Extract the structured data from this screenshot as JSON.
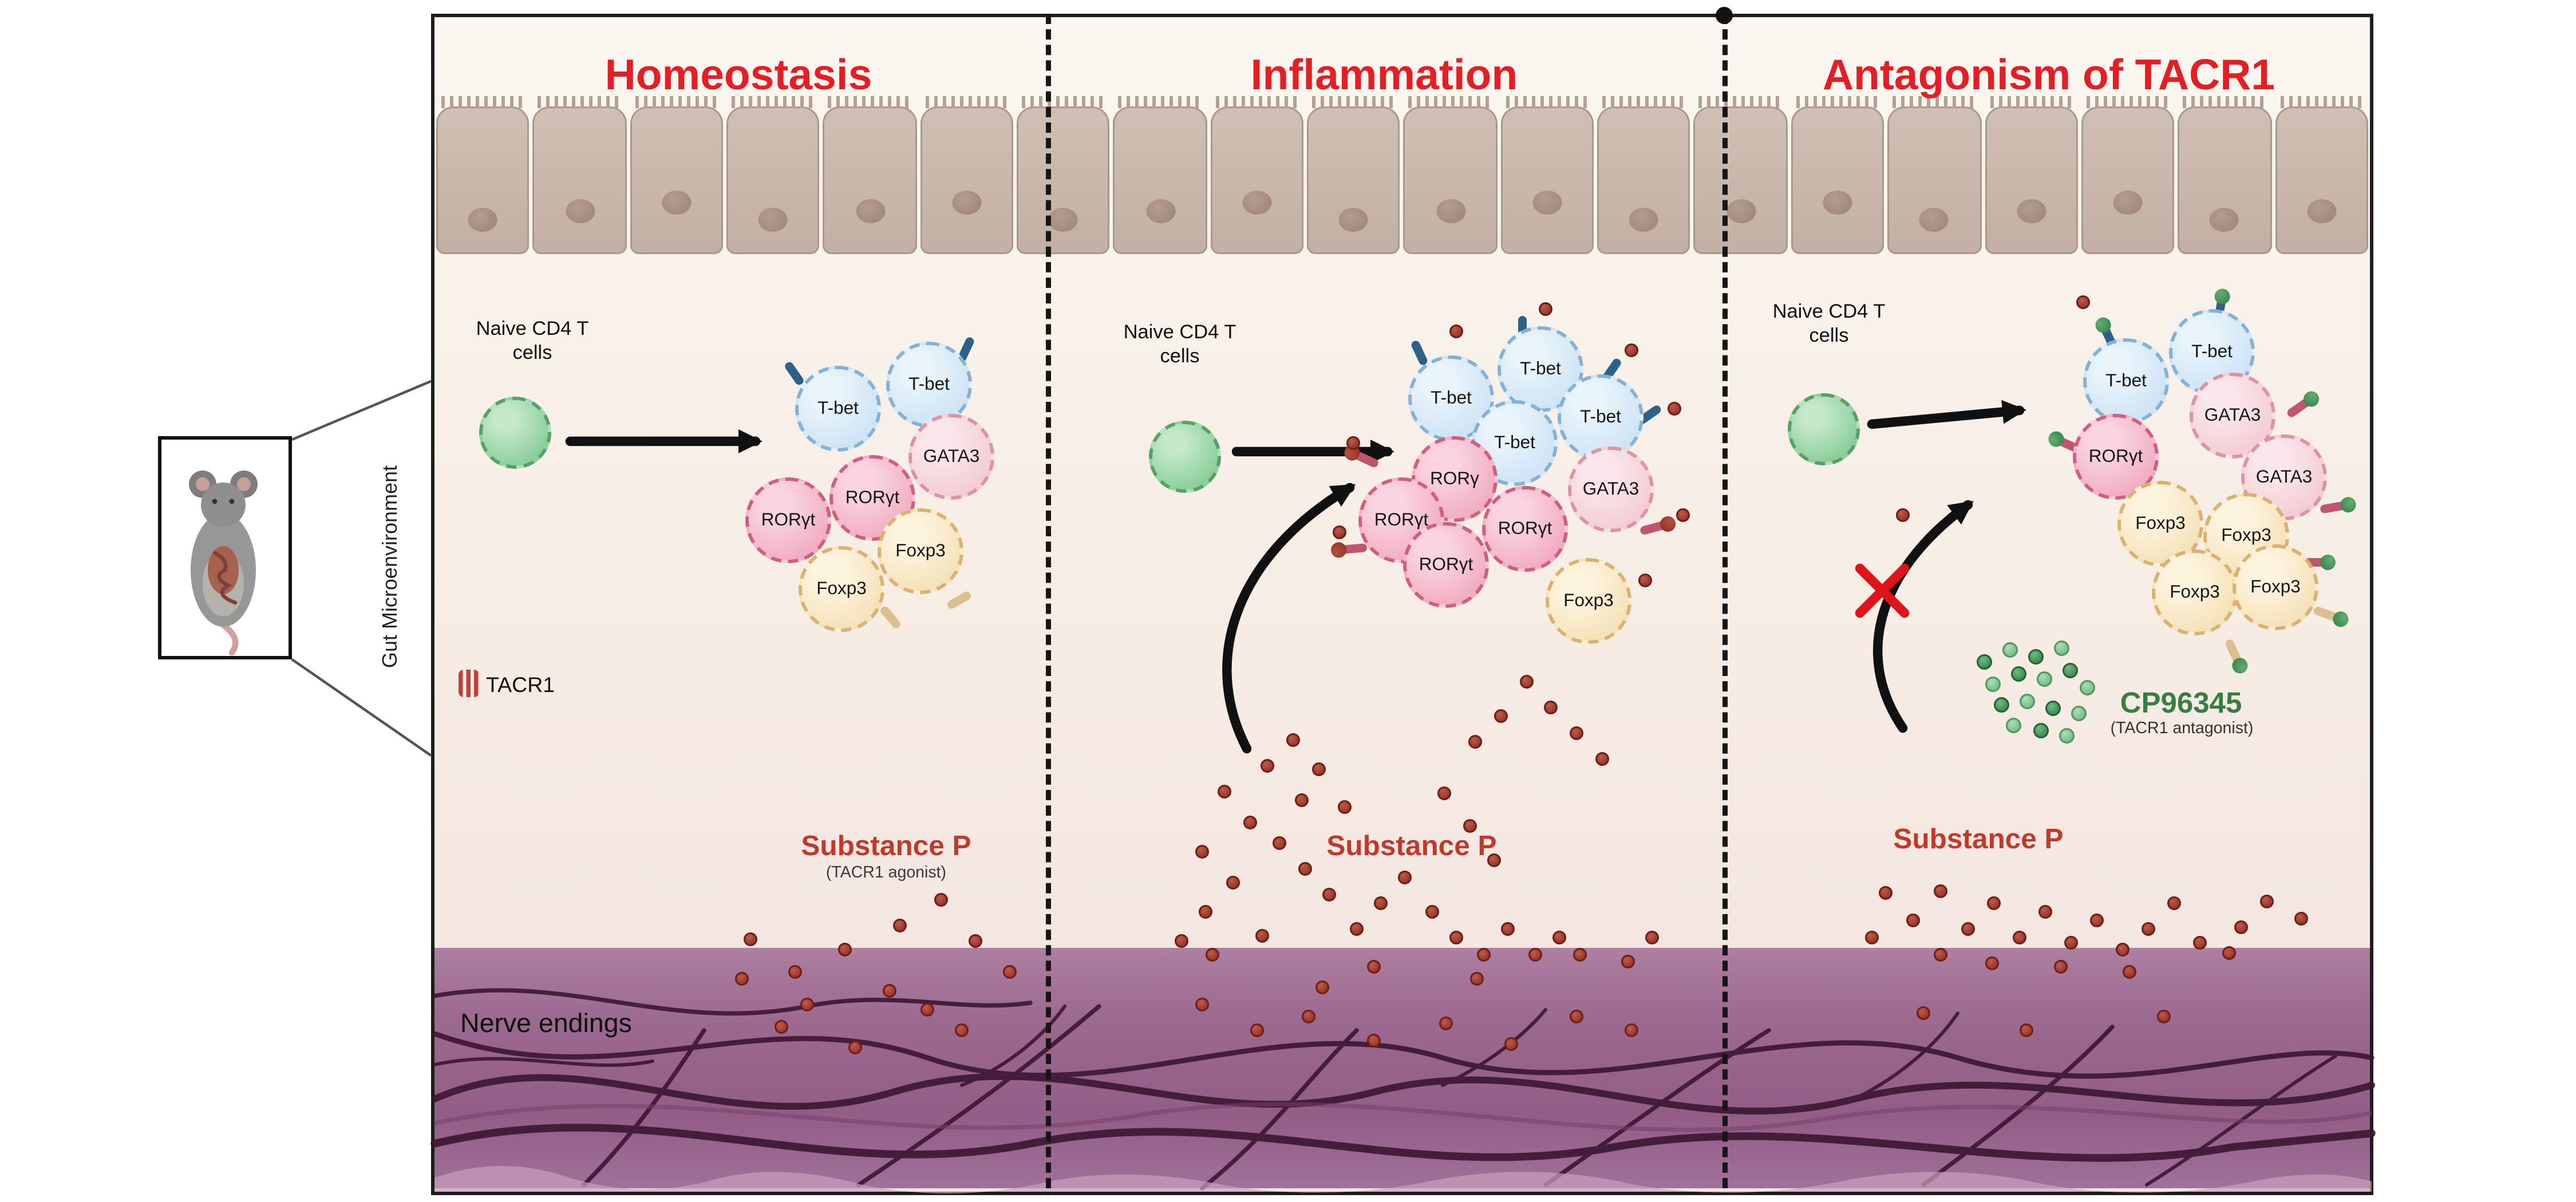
{
  "side": {
    "label": "Gut Microenvironment"
  },
  "legend": {
    "tacr1": "TACR1"
  },
  "nerve": {
    "label": "Nerve endings"
  },
  "icons": {
    "blocked_x": "red-x",
    "divider_dot": "black-dot"
  },
  "colors": {
    "title_red": "#e31e24",
    "substance_p_red": "#bf3a2b",
    "cp96345_green": "#3a7d44",
    "tbet_blue": "#cfe4f4",
    "gata3_pink": "#f3cdd6",
    "roryt_pink": "#f1aec3",
    "foxp3_cream": "#f5e2ba",
    "naive_green": "#8ccf9b",
    "nerve_purple": "#9a6489",
    "epithelium_taupe": "#c9b7ab"
  },
  "panels": [
    {
      "title": "Homeostasis",
      "naive_line1": "Naive CD4 T",
      "naive_line2": "cells",
      "cells": [
        {
          "label": "T-bet"
        },
        {
          "label": "T-bet"
        },
        {
          "label": "GATA3"
        },
        {
          "label": "RORγt"
        },
        {
          "label": "RORγt"
        },
        {
          "label": "Foxp3"
        },
        {
          "label": "Foxp3"
        }
      ],
      "substance_p": "Substance P",
      "substance_p_sub": "(TACR1 agonist)"
    },
    {
      "title": "Inflammation",
      "naive_line1": "Naive CD4 T",
      "naive_line2": "cells",
      "cells": [
        {
          "label": "T-bet"
        },
        {
          "label": "T-bet"
        },
        {
          "label": "T-bet"
        },
        {
          "label": "T-bet"
        },
        {
          "label": "RORγ"
        },
        {
          "label": "RORγt"
        },
        {
          "label": "RORγt"
        },
        {
          "label": "RORγt"
        },
        {
          "label": "GATA3"
        },
        {
          "label": "Foxp3"
        }
      ],
      "substance_p": "Substance P"
    },
    {
      "title": "Antagonism of TACR1",
      "naive_line1": "Naive CD4 T",
      "naive_line2": "cells",
      "cells": [
        {
          "label": "T-bet"
        },
        {
          "label": "T-bet"
        },
        {
          "label": "GATA3"
        },
        {
          "label": "RORγt"
        },
        {
          "label": "GATA3"
        },
        {
          "label": "Foxp3"
        },
        {
          "label": "Foxp3"
        },
        {
          "label": "Foxp3"
        },
        {
          "label": "Foxp3"
        }
      ],
      "substance_p": "Substance P",
      "antagonist": "CP96345",
      "antagonist_sub": "(TACR1 antagonist)"
    }
  ]
}
